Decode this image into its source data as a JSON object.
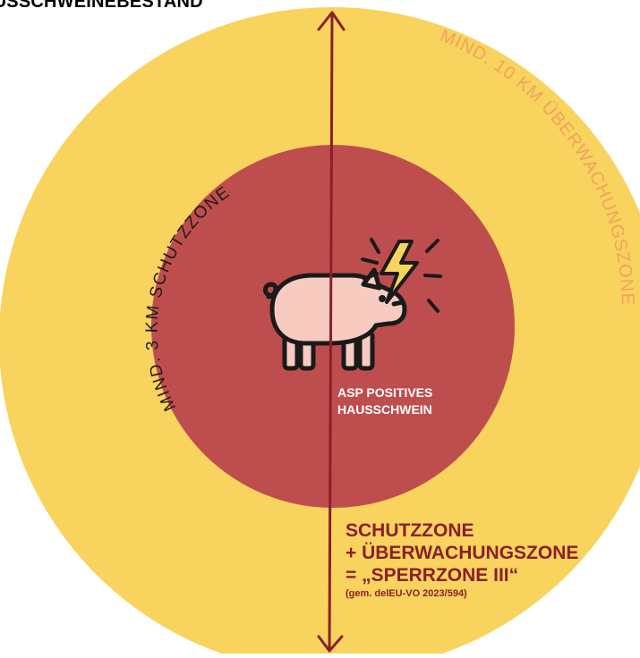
{
  "header": {
    "title": "AUSSCHWEINEBESTAND"
  },
  "zones": {
    "outer_label": "MIND. 10 KM ÜBERWACHUNGSZONE",
    "inner_label": "MIND. 3 KM SCHUTZZONE"
  },
  "center": {
    "icon": "pig-with-lightning-icon",
    "label_line1": "ASP POSITIVES",
    "label_line2": "HAUSSCHWEIN"
  },
  "summary": {
    "line1": "SCHUTZZONE",
    "line2": "+ ÜBERWACHUNGSZONE",
    "line3": "= „SPERRZONE III“",
    "line4": "(gem. delEU-VO 2023/594)"
  },
  "colors": {
    "outer_zone": "#F8D35D",
    "inner_zone": "#BE4E4E",
    "arrow": "#8A1F2B",
    "outer_label": "#F0A35F",
    "inner_label": "#231A1A",
    "pig_fill": "#F7CBC0",
    "outline": "#1A1A1A"
  }
}
